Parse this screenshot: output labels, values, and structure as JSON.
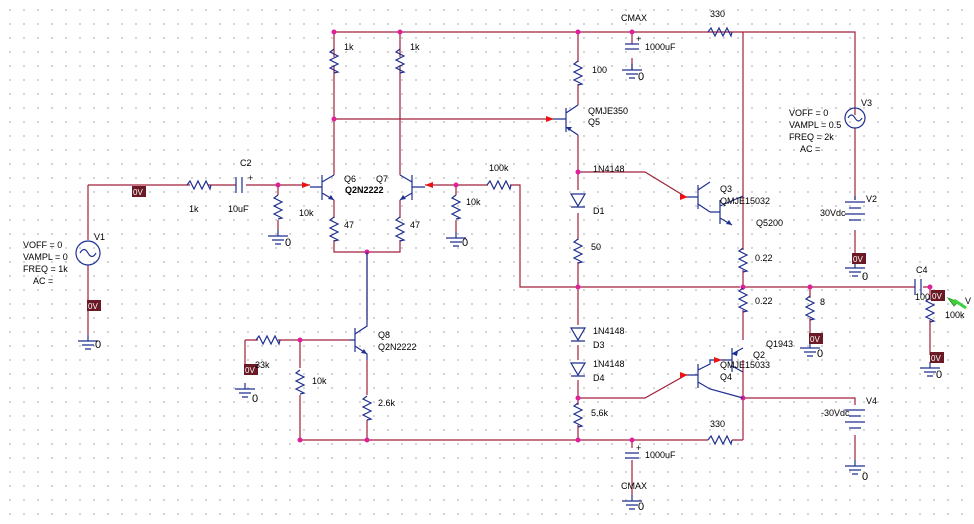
{
  "colors": {
    "wire": "#a0223a",
    "part": "#1f2f8f",
    "junction": "#e0209a",
    "marker": "#6a1a24",
    "grid": "#c8c8c8"
  },
  "sources": {
    "v1": {
      "ref": "V1",
      "voff": "VOFF = 0",
      "vampl": "VAMPL = 0",
      "freq": "FREQ = 1k",
      "ac": "AC ="
    },
    "v3": {
      "ref": "V3",
      "voff": "VOFF = 0",
      "vampl": "VAMPL = 0.5",
      "freq": "FREQ = 2k",
      "ac": "AC ="
    },
    "v2": {
      "ref": "V2",
      "value": "30Vdc"
    },
    "v4": {
      "ref": "V4",
      "value": "-30Vdc"
    }
  },
  "resistors": {
    "rin": "1k",
    "r_q6c": "1k",
    "r_q7c": "1k",
    "r_q6b": "10k",
    "r_q7b": "10k",
    "r_fb": "100k",
    "r_q6e": "47",
    "r_q7e": "47",
    "r_top330": "330",
    "r_bot330": "330",
    "r_q5e": "100",
    "r_bias50": "50",
    "r_5k6": "5.6k",
    "r_q8b": "33k",
    "r_q8bg": "10k",
    "r_q8e": "2.6k",
    "r_out_top": "0.22",
    "r_out_bot": "0.22",
    "r_zobel": "8",
    "r_load": "100k"
  },
  "capacitors": {
    "c2": {
      "ref": "C2",
      "value": "10uF"
    },
    "c4": {
      "ref": "C4",
      "value": "100"
    },
    "cmax_top": {
      "ref": "CMAX",
      "value": "1000uF"
    },
    "cmax_bot": {
      "ref": "CMAX",
      "value": "1000uF"
    }
  },
  "transistors": {
    "q6": {
      "ref": "Q6"
    },
    "q7": {
      "ref": "Q7"
    },
    "q6q7": "Q2N2222",
    "q5": {
      "ref": "Q5",
      "model": "QMJE350"
    },
    "q8": {
      "ref": "Q8",
      "model": "Q2N2222"
    },
    "q3": {
      "ref": "Q3",
      "model": "QMJE15032"
    },
    "q5200": "Q5200",
    "q1943": "Q1943",
    "q2": {
      "ref": "Q2",
      "model": "QMJE15033"
    },
    "q4": {
      "ref": "Q4"
    }
  },
  "diodes": {
    "d1": {
      "ref": "D1",
      "model": "1N4148"
    },
    "d3": {
      "ref": "D3",
      "model": "1N4148"
    },
    "d4": {
      "ref": "D4",
      "model": "1N4148"
    }
  },
  "voltage_markers": {
    "v1_top": "0V",
    "v1_bot": "0V",
    "q8_left": "0V",
    "v2_bot": "0V",
    "zobel": "0V",
    "out": "0V",
    "load": "0V"
  },
  "grounds": {
    "label": "0"
  },
  "output_partial_label": "V"
}
